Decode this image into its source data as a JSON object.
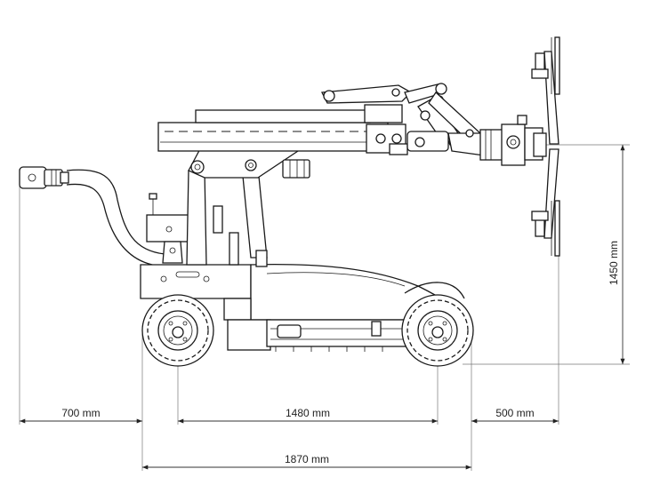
{
  "diagram": {
    "dimensions": {
      "rear_overhang": "700 mm",
      "wheelbase": "1480 mm",
      "front_overhang": "500 mm",
      "overall_length": "1870 mm",
      "height": "1450 mm"
    }
  }
}
